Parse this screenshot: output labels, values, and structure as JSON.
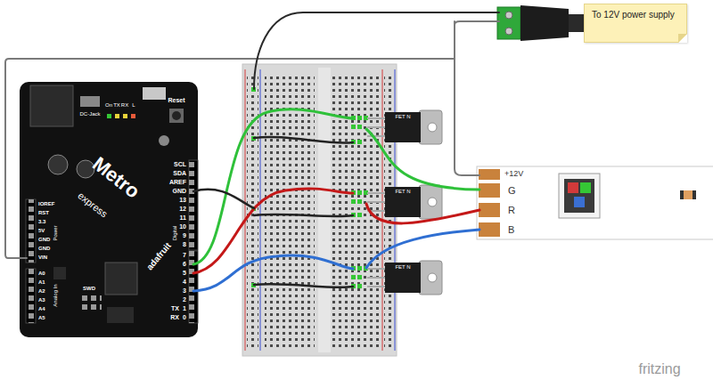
{
  "diagram": {
    "nodes": [
      {
        "text": [
          "To 12V power supply"
        ]
      }
    ],
    "labels": [
      "On",
      "TX",
      "RX",
      "L",
      "DC-Jack",
      "Reset",
      "SCL",
      "SDA",
      "AREF",
      "GND",
      "13",
      "12",
      "11",
      "10",
      "9",
      "8",
      "7",
      "6",
      "5",
      "4",
      "3",
      "2",
      "TX",
      "1",
      "RX",
      "0",
      "IOREF",
      "RST",
      "3.3",
      "5V",
      "GND",
      "GND",
      "VIN",
      "A0",
      "A1",
      "A2",
      "A3",
      "A4",
      "A5",
      "Power",
      "Analog In",
      "Digital",
      "Metro",
      "express",
      "adafruit",
      "SWD",
      "FET N",
      "FET N",
      "FET N",
      "+12V",
      "G",
      "R",
      "B",
      "fritzing"
    ]
  }
}
